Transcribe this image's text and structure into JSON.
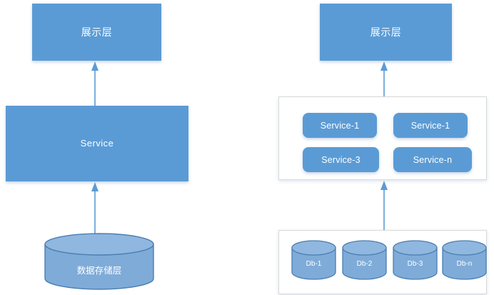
{
  "diagram": {
    "title_left": "",
    "title_right": "",
    "colors": {
      "node_fill": "#5B9BD5",
      "node_text": "#FFFFFF",
      "arrow": "#5B9BD5",
      "container_border": "#D9D9D9",
      "container_fill": "#FFFFFF",
      "cylinder_fill": "#7FABD8",
      "cylinder_stroke": "#4A7EB0",
      "page_background": "#FFFFFF"
    }
  },
  "left_architecture": {
    "presentation_layer": {
      "label": "展示层"
    },
    "service_layer": {
      "label": "Service"
    },
    "storage_layer": {
      "label": "数据存储层"
    },
    "arrows": [
      {
        "name": "storage-to-service",
        "direction": "up"
      },
      {
        "name": "service-to-presentation",
        "direction": "up"
      }
    ]
  },
  "right_architecture": {
    "presentation_layer": {
      "label": "展示层"
    },
    "service_group": {
      "services": [
        {
          "label": "Service-1"
        },
        {
          "label": "Service-1"
        },
        {
          "label": "Service-3"
        },
        {
          "label": "Service-n"
        }
      ]
    },
    "database_group": {
      "databases": [
        {
          "label": "Db-1"
        },
        {
          "label": "Db-2"
        },
        {
          "label": "Db-3"
        },
        {
          "label": "Db-n"
        }
      ]
    },
    "arrows": [
      {
        "name": "databases-to-services",
        "direction": "up"
      },
      {
        "name": "services-to-presentation",
        "direction": "up"
      }
    ]
  }
}
